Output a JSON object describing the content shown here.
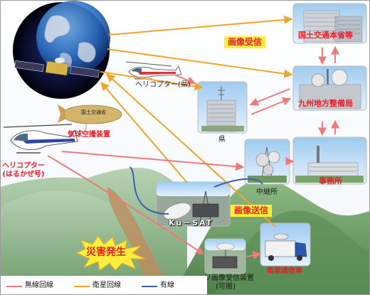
{
  "nodes": {
    "mlit": "国土交通本省等",
    "kyushu": "九州地方整備局",
    "ken_heli": "ヘリコプター(県)",
    "ken": "県",
    "balloon": "気球空撮装置",
    "heli_haru": "ヘリコプター\n(はるかぜ号)",
    "relay": "中継所",
    "office": "事務所",
    "kusat": "Ku－SAT",
    "receiver": "ヘリ画像受信装置\n(可搬)",
    "sat_car": "衛星通信車",
    "balloon_sign": "国土交通省"
  },
  "tags": {
    "image_receive": "画像受信",
    "image_send": "画像送信",
    "disaster": "災害発生"
  },
  "legend": {
    "wireless": "無線回線",
    "satellite": "衛星回線",
    "wired": "有線"
  },
  "colors": {
    "wireless": "#f07a7a",
    "satellite": "#f2a42a",
    "wired": "#3b5fb0",
    "tag_bg": "#ffef3a",
    "label_red": "#e8202a"
  }
}
